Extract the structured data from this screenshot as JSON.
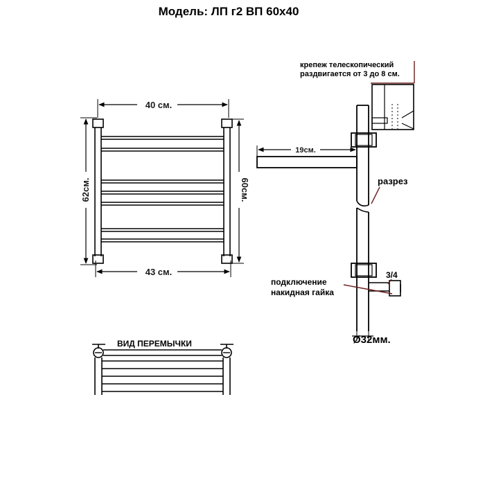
{
  "title": "Модель: ЛП г2 ВП 60х40",
  "front_view": {
    "width_top": "40 см.",
    "width_bottom": "43 см.",
    "height_left": "62см.",
    "height_right": "60см."
  },
  "side_view": {
    "mount_note_line1": "крепеж телескопический",
    "mount_note_line2": "раздвигается от 3 до 8 см.",
    "shelf_depth": "19см.",
    "cut_label": "разрез",
    "thread_size": "3/4",
    "connection_line1": "подключение",
    "connection_line2": "накидная гайка",
    "pipe_diameter": "Ø32мм."
  },
  "jumper_view": {
    "caption": "ВИД ПЕРЕМЫЧКИ"
  },
  "colors": {
    "line": "#000000",
    "accent": "#6b1e1e",
    "background": "#ffffff"
  }
}
